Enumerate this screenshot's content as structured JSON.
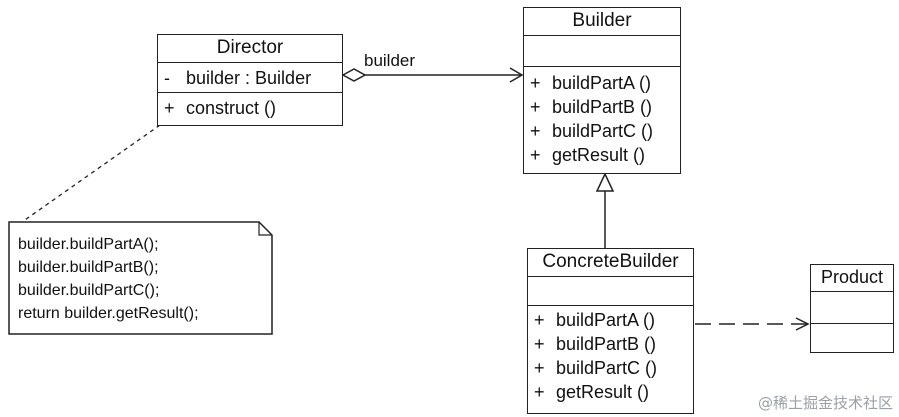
{
  "diagram": {
    "classes": {
      "director": {
        "name": "Director",
        "attributes": [
          {
            "vis": "-",
            "text": "builder  : Builder"
          }
        ],
        "operations": [
          {
            "vis": "+",
            "text": "construct ()"
          }
        ]
      },
      "builder": {
        "name": "Builder",
        "attributes": [],
        "operations": [
          {
            "vis": "+",
            "text": "buildPartA ()"
          },
          {
            "vis": "+",
            "text": "buildPartB ()"
          },
          {
            "vis": "+",
            "text": "buildPartC ()"
          },
          {
            "vis": "+",
            "text": "getResult ()"
          }
        ]
      },
      "concrete_builder": {
        "name": "ConcreteBuilder",
        "attributes": [],
        "operations": [
          {
            "vis": "+",
            "text": "buildPartA ()"
          },
          {
            "vis": "+",
            "text": "buildPartB ()"
          },
          {
            "vis": "+",
            "text": "buildPartC ()"
          },
          {
            "vis": "+",
            "text": "getResult ()"
          }
        ]
      },
      "product": {
        "name": "Product",
        "attributes": [],
        "operations": []
      }
    },
    "association_label": "builder",
    "note": {
      "lines": [
        "builder.buildPartA();",
        "builder.buildPartB();",
        "builder.buildPartC();",
        "return builder.getResult();"
      ]
    },
    "relationships": [
      {
        "from": "Director",
        "to": "Builder",
        "kind": "aggregation"
      },
      {
        "from": "ConcreteBuilder",
        "to": "Builder",
        "kind": "generalization"
      },
      {
        "from": "ConcreteBuilder",
        "to": "Product",
        "kind": "dependency"
      }
    ]
  },
  "watermark": "@稀土掘金技术社区"
}
